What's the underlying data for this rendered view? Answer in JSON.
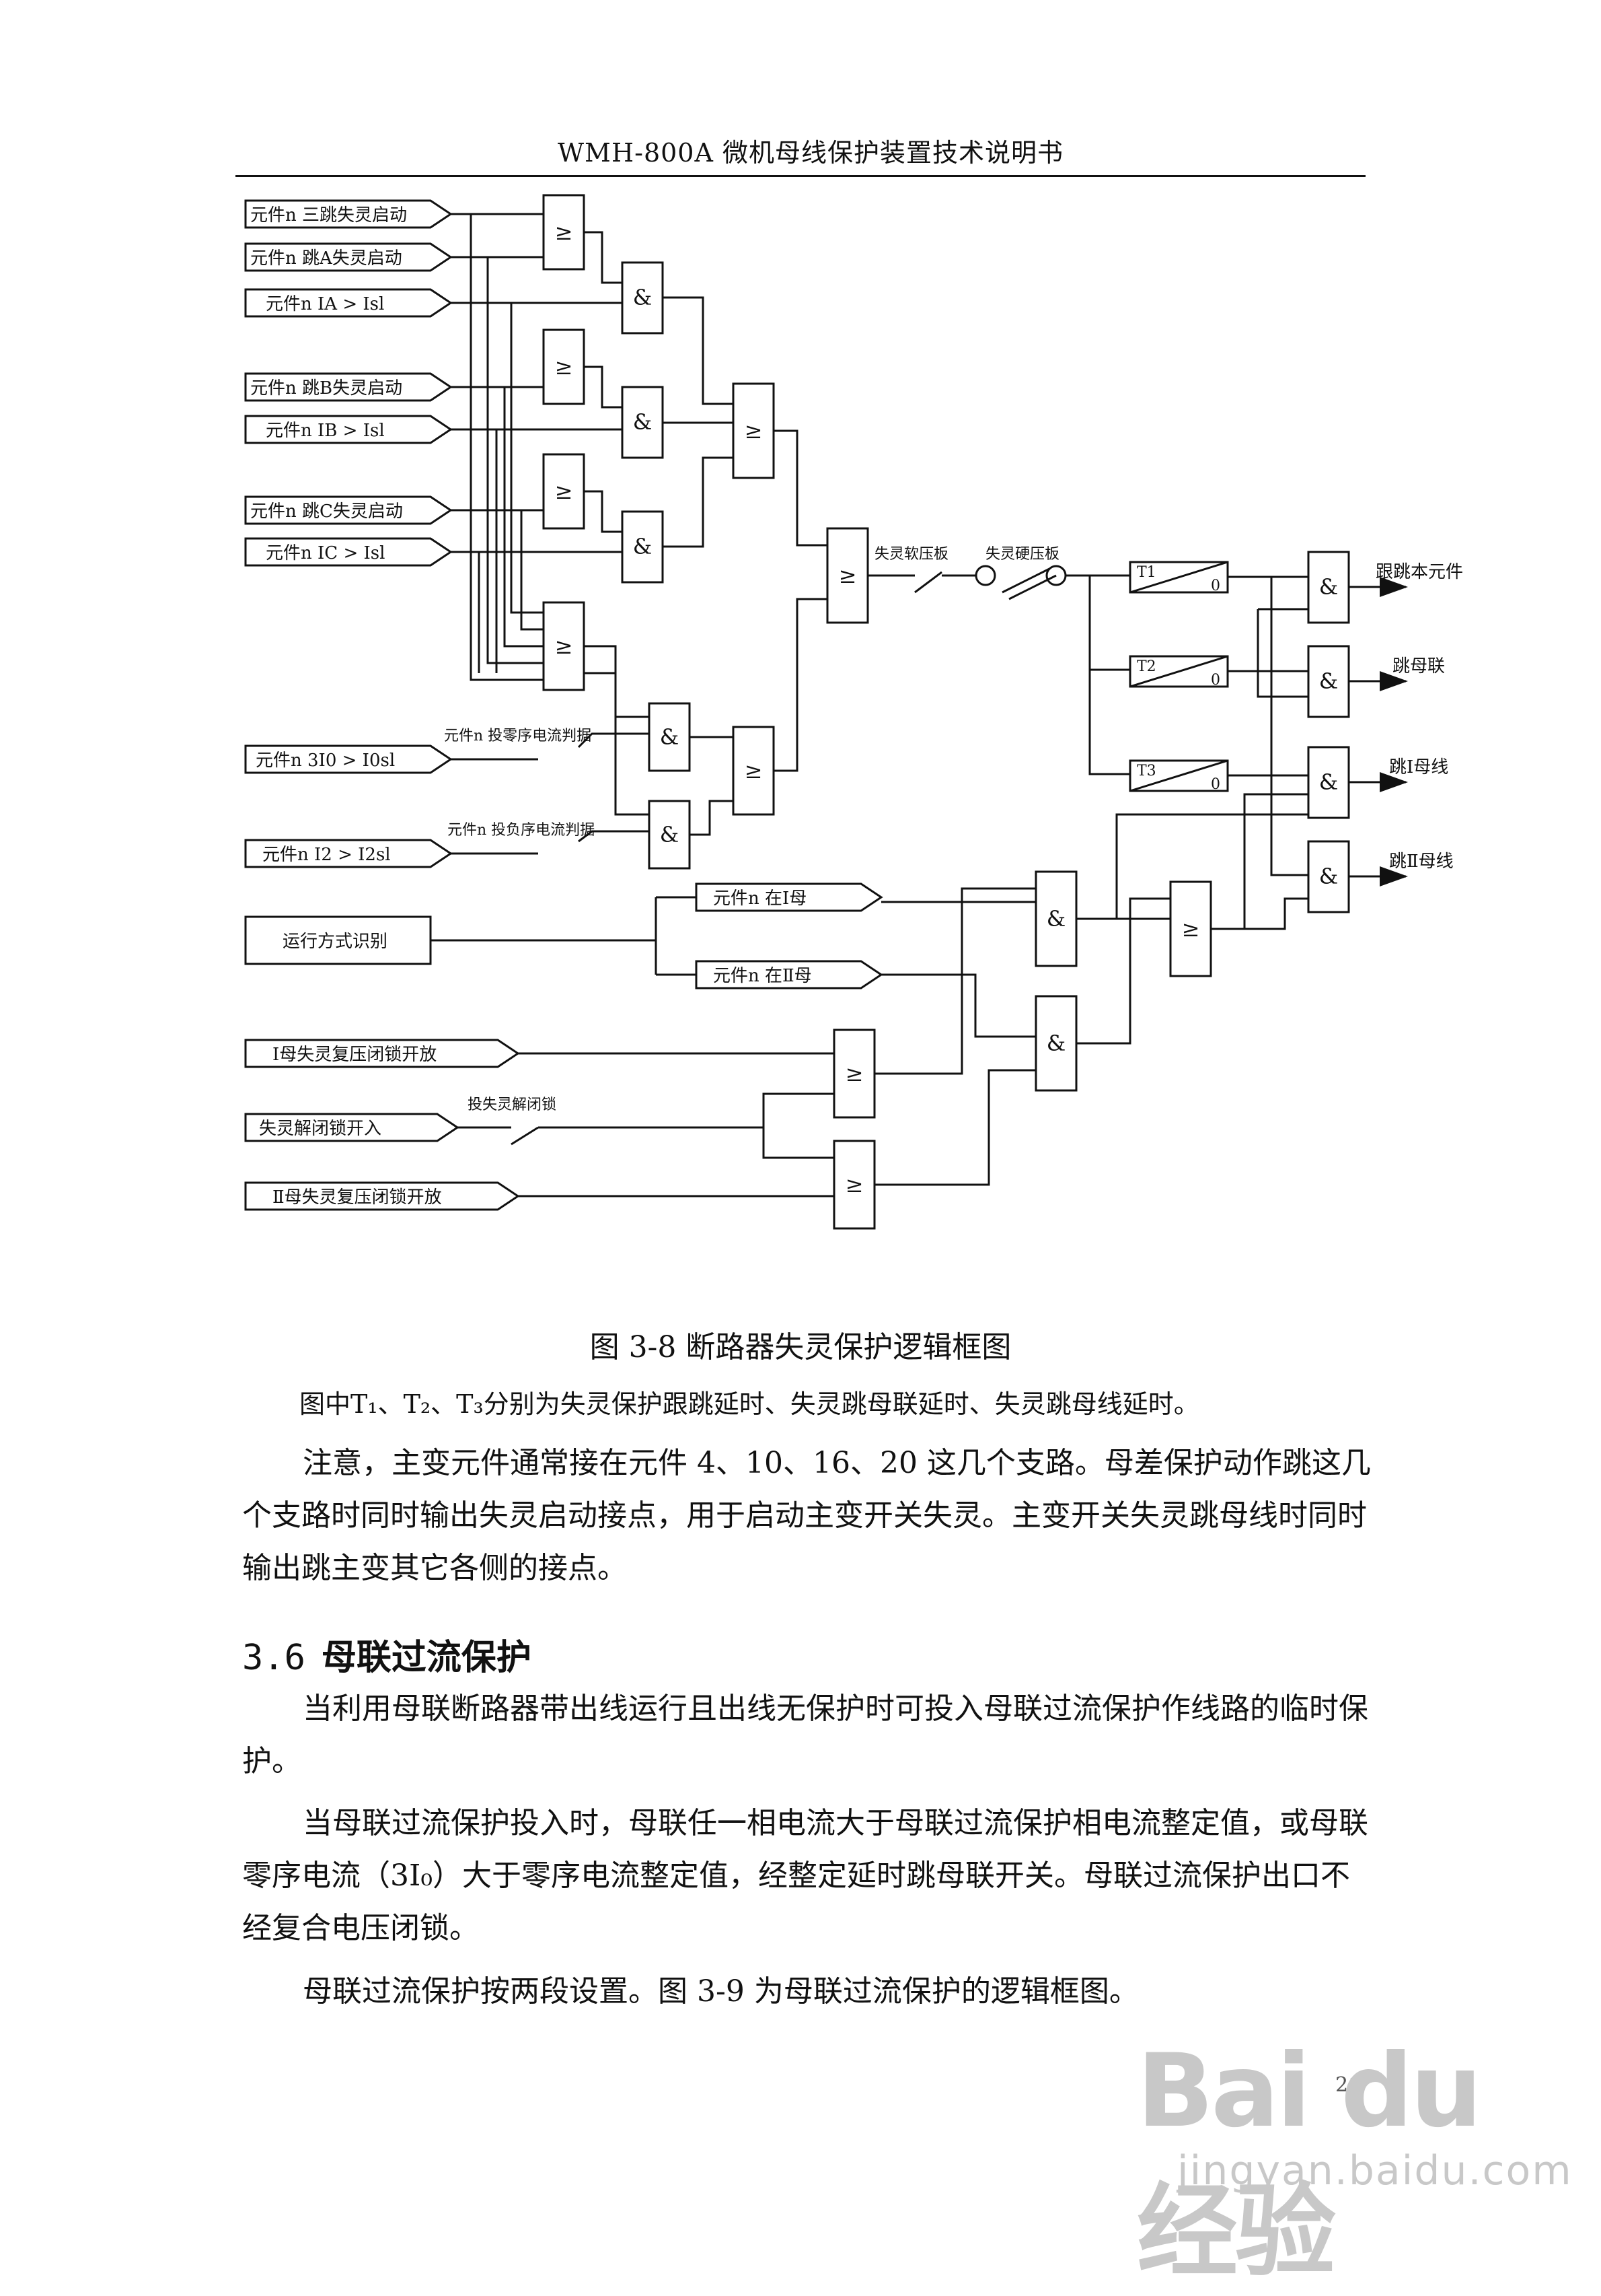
{
  "header": {
    "title": "WMH-800A 微机母线保护装置技术说明书"
  },
  "diagram": {
    "inputs": {
      "in1": "元件n 三跳失灵启动",
      "in2": "元件n 跳A失灵启动",
      "in3": "元件n IA > Isl",
      "in4": "元件n  跳B失灵启动",
      "in5": "元件n IB > Isl",
      "in6": "元件n 跳C失灵启动",
      "in7": "元件n IC > Isl",
      "in8": "元件n 3I0 > I0sl",
      "in9": "元件n I2 > I2sl",
      "mode": "运行方式识别",
      "bus1": "元件n 在Ⅰ母",
      "bus2": "元件n 在Ⅱ母",
      "v1": "Ⅰ母失灵复压闭锁开放",
      "unlock": "失灵解闭锁开入",
      "v2": "Ⅱ母失灵复压闭锁开放"
    },
    "switches": {
      "zero_seq": "元件n 投零序电流判据",
      "neg_seq": "元件n 投负序电流判据",
      "soft": "失灵软压板",
      "hard": "失灵硬压板",
      "unlock": "投失灵解闭锁"
    },
    "gates": {
      "or": "≥",
      "and": "&"
    },
    "timers": {
      "t1": "T1",
      "t2": "T2",
      "t3": "T3",
      "zero": "0"
    },
    "outputs": {
      "o1": "跟跳本元件",
      "o2": "跳母联",
      "o3": "跳Ⅰ母线",
      "o4": "跳Ⅱ母线"
    }
  },
  "caption": "图 3-8 断路器失灵保护逻辑框图",
  "note": "图中T₁、T₂、T₃分别为失灵保护跟跳延时、失灵跳母联延时、失灵跳母线延时。",
  "paragraphs": {
    "p1": "注意，主变元件通常接在元件 4、10、16、20 这几个支路。母差保护动作跳这几个支路时同时输出失灵启动接点，用于启动主变开关失灵。主变开关失灵跳母线时同时输出跳主变其它各侧的接点。",
    "p2": "当利用母联断路器带出线运行且出线无保护时可投入母联过流保护作线路的临时保护。",
    "p3": "当母联过流保护投入时，母联任一相电流大于母联过流保护相电流整定值，或母联零序电流（3I₀）大于零序电流整定值，经整定延时跳母联开关。母联过流保护出口不经复合电压闭锁。",
    "p4": "母联过流保护按两段设置。图 3-9 为母联过流保护的逻辑框图。"
  },
  "section": {
    "number": "3.6",
    "title": "母联过流保护"
  },
  "page_number": "21",
  "watermark": {
    "logo": "Bai du 经验",
    "url": "jingyan.baidu.com"
  }
}
